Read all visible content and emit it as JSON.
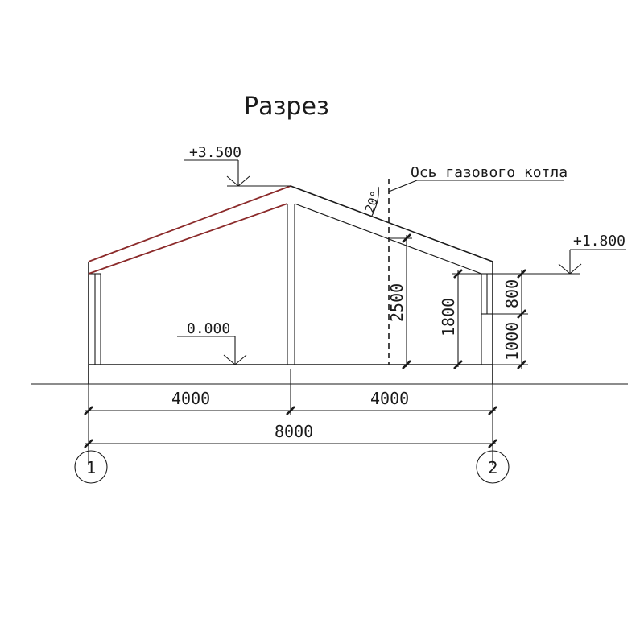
{
  "title": "Разрез",
  "levels": {
    "ridge": "+3.500",
    "eave": "+1.800",
    "floor": "0.000"
  },
  "angle_label": "20°",
  "boiler_axis_label": "Ось газового котла",
  "dimensions": {
    "left_span": "4000",
    "right_span": "4000",
    "total_span": "8000",
    "height_2500": "2500",
    "height_1800": "1800",
    "height_800": "800",
    "height_1000": "1000"
  },
  "axes": [
    "1",
    "2"
  ]
}
